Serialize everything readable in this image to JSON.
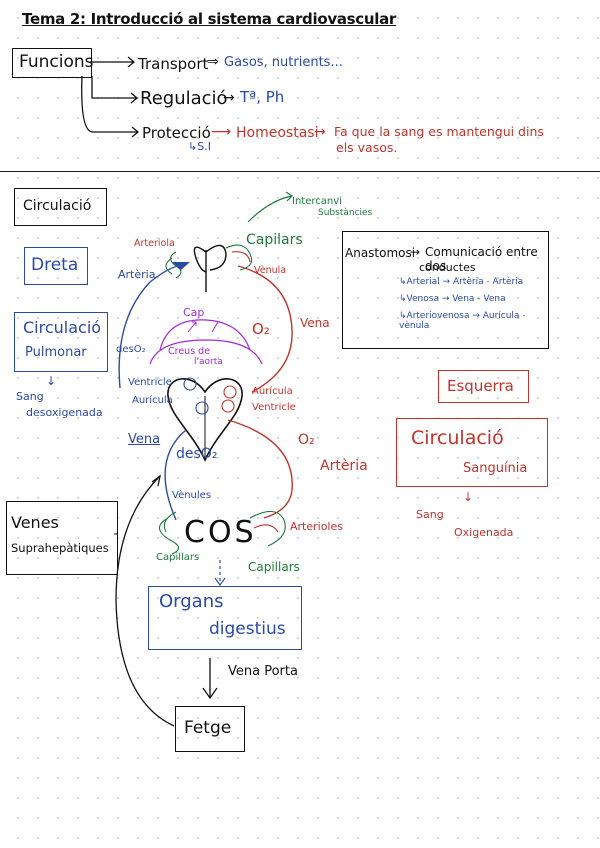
{
  "title": "Tema 2: Introducció al sistema cardiovascular",
  "functions": {
    "label": "Funcions",
    "transport": "Transport",
    "transport_detail": "Gasos, nutrients...",
    "regulation": "Regulació",
    "regulation_detail": "Tª, Ph",
    "protection": "Protecció",
    "protection_sub": "S.I",
    "homeostasis": "Homeostasi",
    "homeostasis_detail_1": "Fa que la sang es mantengui dins",
    "homeostasis_detail_2": "els vasos."
  },
  "circulation": {
    "heading": "Circulació",
    "right_label": "Dreta",
    "pulmonary_1": "Circulació",
    "pulmonary_2": "Pulmonar",
    "pulmonary_note_1": "Sang",
    "pulmonary_note_2": "desoxigenada",
    "left_label": "Esquerra",
    "systemic_1": "Circulació",
    "systemic_2": "Sanguínia",
    "systemic_note_1": "Sang",
    "systemic_note_2": "Oxigenada"
  },
  "anastomosis": {
    "term": "Anastomosi",
    "def_1": "Comunicació entre dos",
    "def_2": "conductes",
    "type_1": "Arterial → Artèria - Artèria",
    "type_2": "Venosa → Vena - Vena",
    "type_3": "Arteriovenosa → Aurícula - vènula"
  },
  "diagram": {
    "exchange_1": "Intercanvi",
    "exchange_2": "Substàncies",
    "arteriole_top": "Arteriola",
    "artery_left": "Artèria",
    "capillaries_top": "Capilars",
    "venule_top": "Vènula",
    "vein_right": "Vena",
    "o2_top": "O₂",
    "deso2_left": "desO₂",
    "cap": "Cap",
    "aortic_cross_1": "Creus de",
    "aortic_cross_2": "l'aorta",
    "ventricle_left": "Ventricle",
    "atrium_left": "Aurícula",
    "atrium_right": "Aurícula",
    "ventricle_right": "Ventricle",
    "vein_left": "Vena",
    "deso2_bottom": "desO₂",
    "o2_bottom": "O₂",
    "artery_right": "Artèria",
    "venules_bottom": "Vènules",
    "arterioles_bottom": "Arterioles",
    "cos": "COS",
    "capillaries_bl": "Capillars",
    "capillaries_br": "Capillars",
    "digestive_1": "Organs",
    "digestive_2": "digestius",
    "portal_vein": "Vena Porta",
    "liver": "Fetge",
    "suprahepatic_1": "Venes",
    "suprahepatic_2": "Suprahepàtiques"
  }
}
